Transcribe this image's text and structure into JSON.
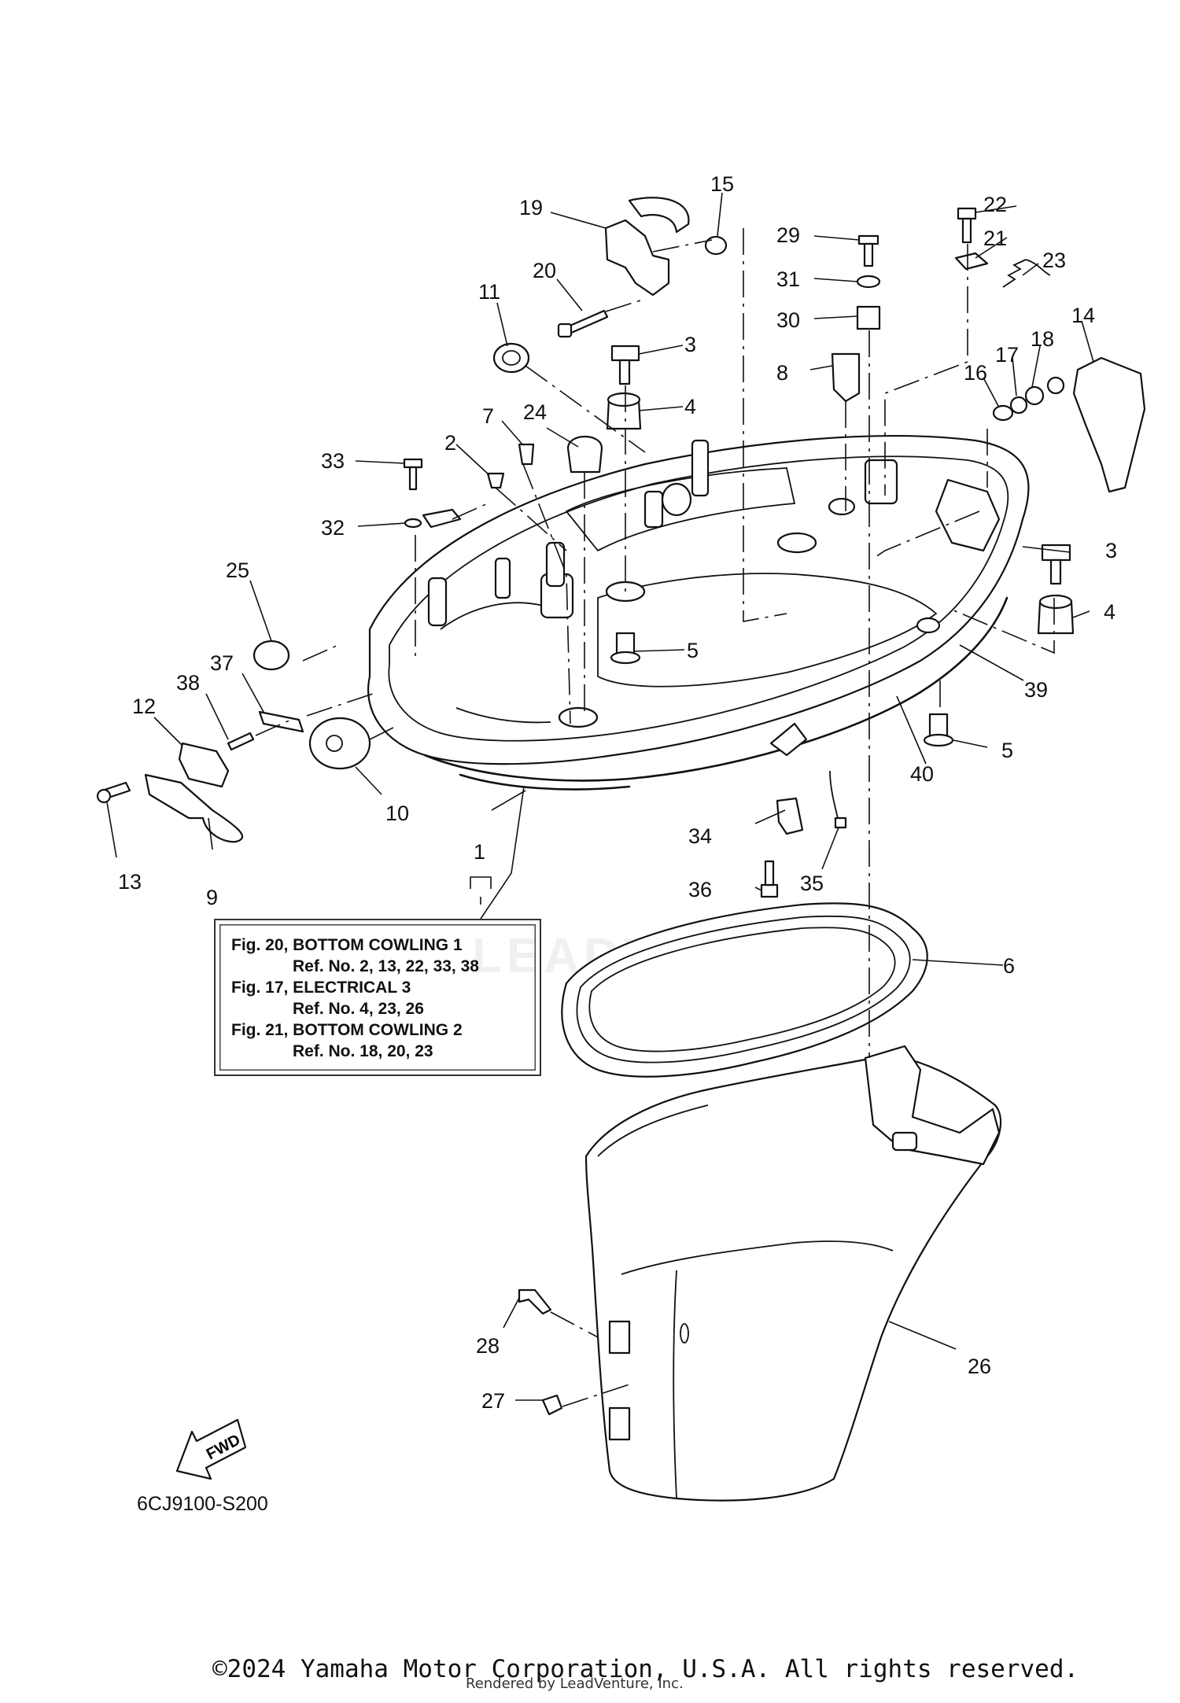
{
  "callouts": [
    "1",
    "2",
    "3",
    "3",
    "4",
    "4",
    "5",
    "5",
    "6",
    "7",
    "8",
    "9",
    "10",
    "11",
    "12",
    "13",
    "14",
    "15",
    "16",
    "17",
    "18",
    "19",
    "20",
    "21",
    "22",
    "23",
    "24",
    "25",
    "26",
    "27",
    "28",
    "29",
    "30",
    "31",
    "32",
    "33",
    "34",
    "35",
    "36",
    "37",
    "38",
    "39",
    "40"
  ],
  "reference_box": [
    {
      "figure": "Fig. 20, BOTTOM COWLING 1",
      "refs": "Ref. No. 2, 13, 22, 33, 38"
    },
    {
      "figure": "Fig. 17, ELECTRICAL 3",
      "refs": "Ref. No. 4, 23, 26"
    },
    {
      "figure": "Fig. 21, BOTTOM COWLING 2",
      "refs": "Ref. No. 18, 20, 23"
    }
  ],
  "fwd_label": "FWD",
  "diagram_code": "6CJ9100-S200",
  "watermark": "LEADVENTURE",
  "copyright": "©2024 Yamaha Motor Corporation, U.S.A. All rights reserved.",
  "rendered_by": "Rendered by LeadVenture, Inc."
}
